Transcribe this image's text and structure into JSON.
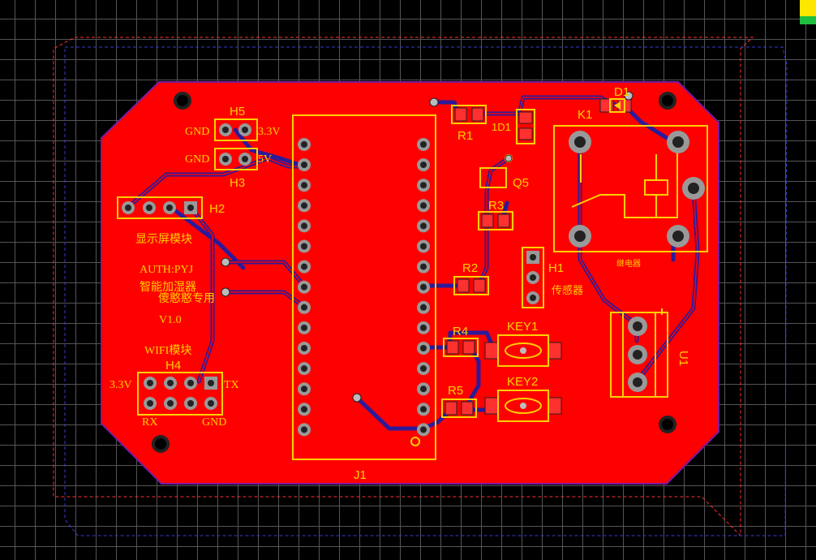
{
  "colors": {
    "board": "#ff0000",
    "silk": "#ffd000",
    "trace": "#2b1a9a",
    "grid": "#555555",
    "keepout": "#ff3030"
  },
  "refs": {
    "h5": "H5",
    "h3": "H3",
    "h2": "H2",
    "h4": "H4",
    "h1": "H1",
    "j1": "J1",
    "r1": "R1",
    "r2": "R2",
    "r3": "R3",
    "r4": "R4",
    "r5": "R5",
    "q5": "Q5",
    "d1": "D1",
    "id1": "1D1",
    "k1": "K1",
    "u1": "U1",
    "key1": "KEY1",
    "key2": "KEY2"
  },
  "labels": {
    "gnd_h5": "GND",
    "v33_h5": "3.3V",
    "gnd_h3": "GND",
    "v5_h3": "5V",
    "display_module": "显示屏模块",
    "author": "AUTH:PYJ",
    "product": "智能加湿器",
    "dedication": "傻憨憨专用",
    "version": "V1.0",
    "wifi_module": "WIFI模块",
    "v33_h4": "3.3V",
    "tx": "TX",
    "rx": "RX",
    "gnd_h4": "GND",
    "sensor": "传感器",
    "relay": "继电器"
  }
}
